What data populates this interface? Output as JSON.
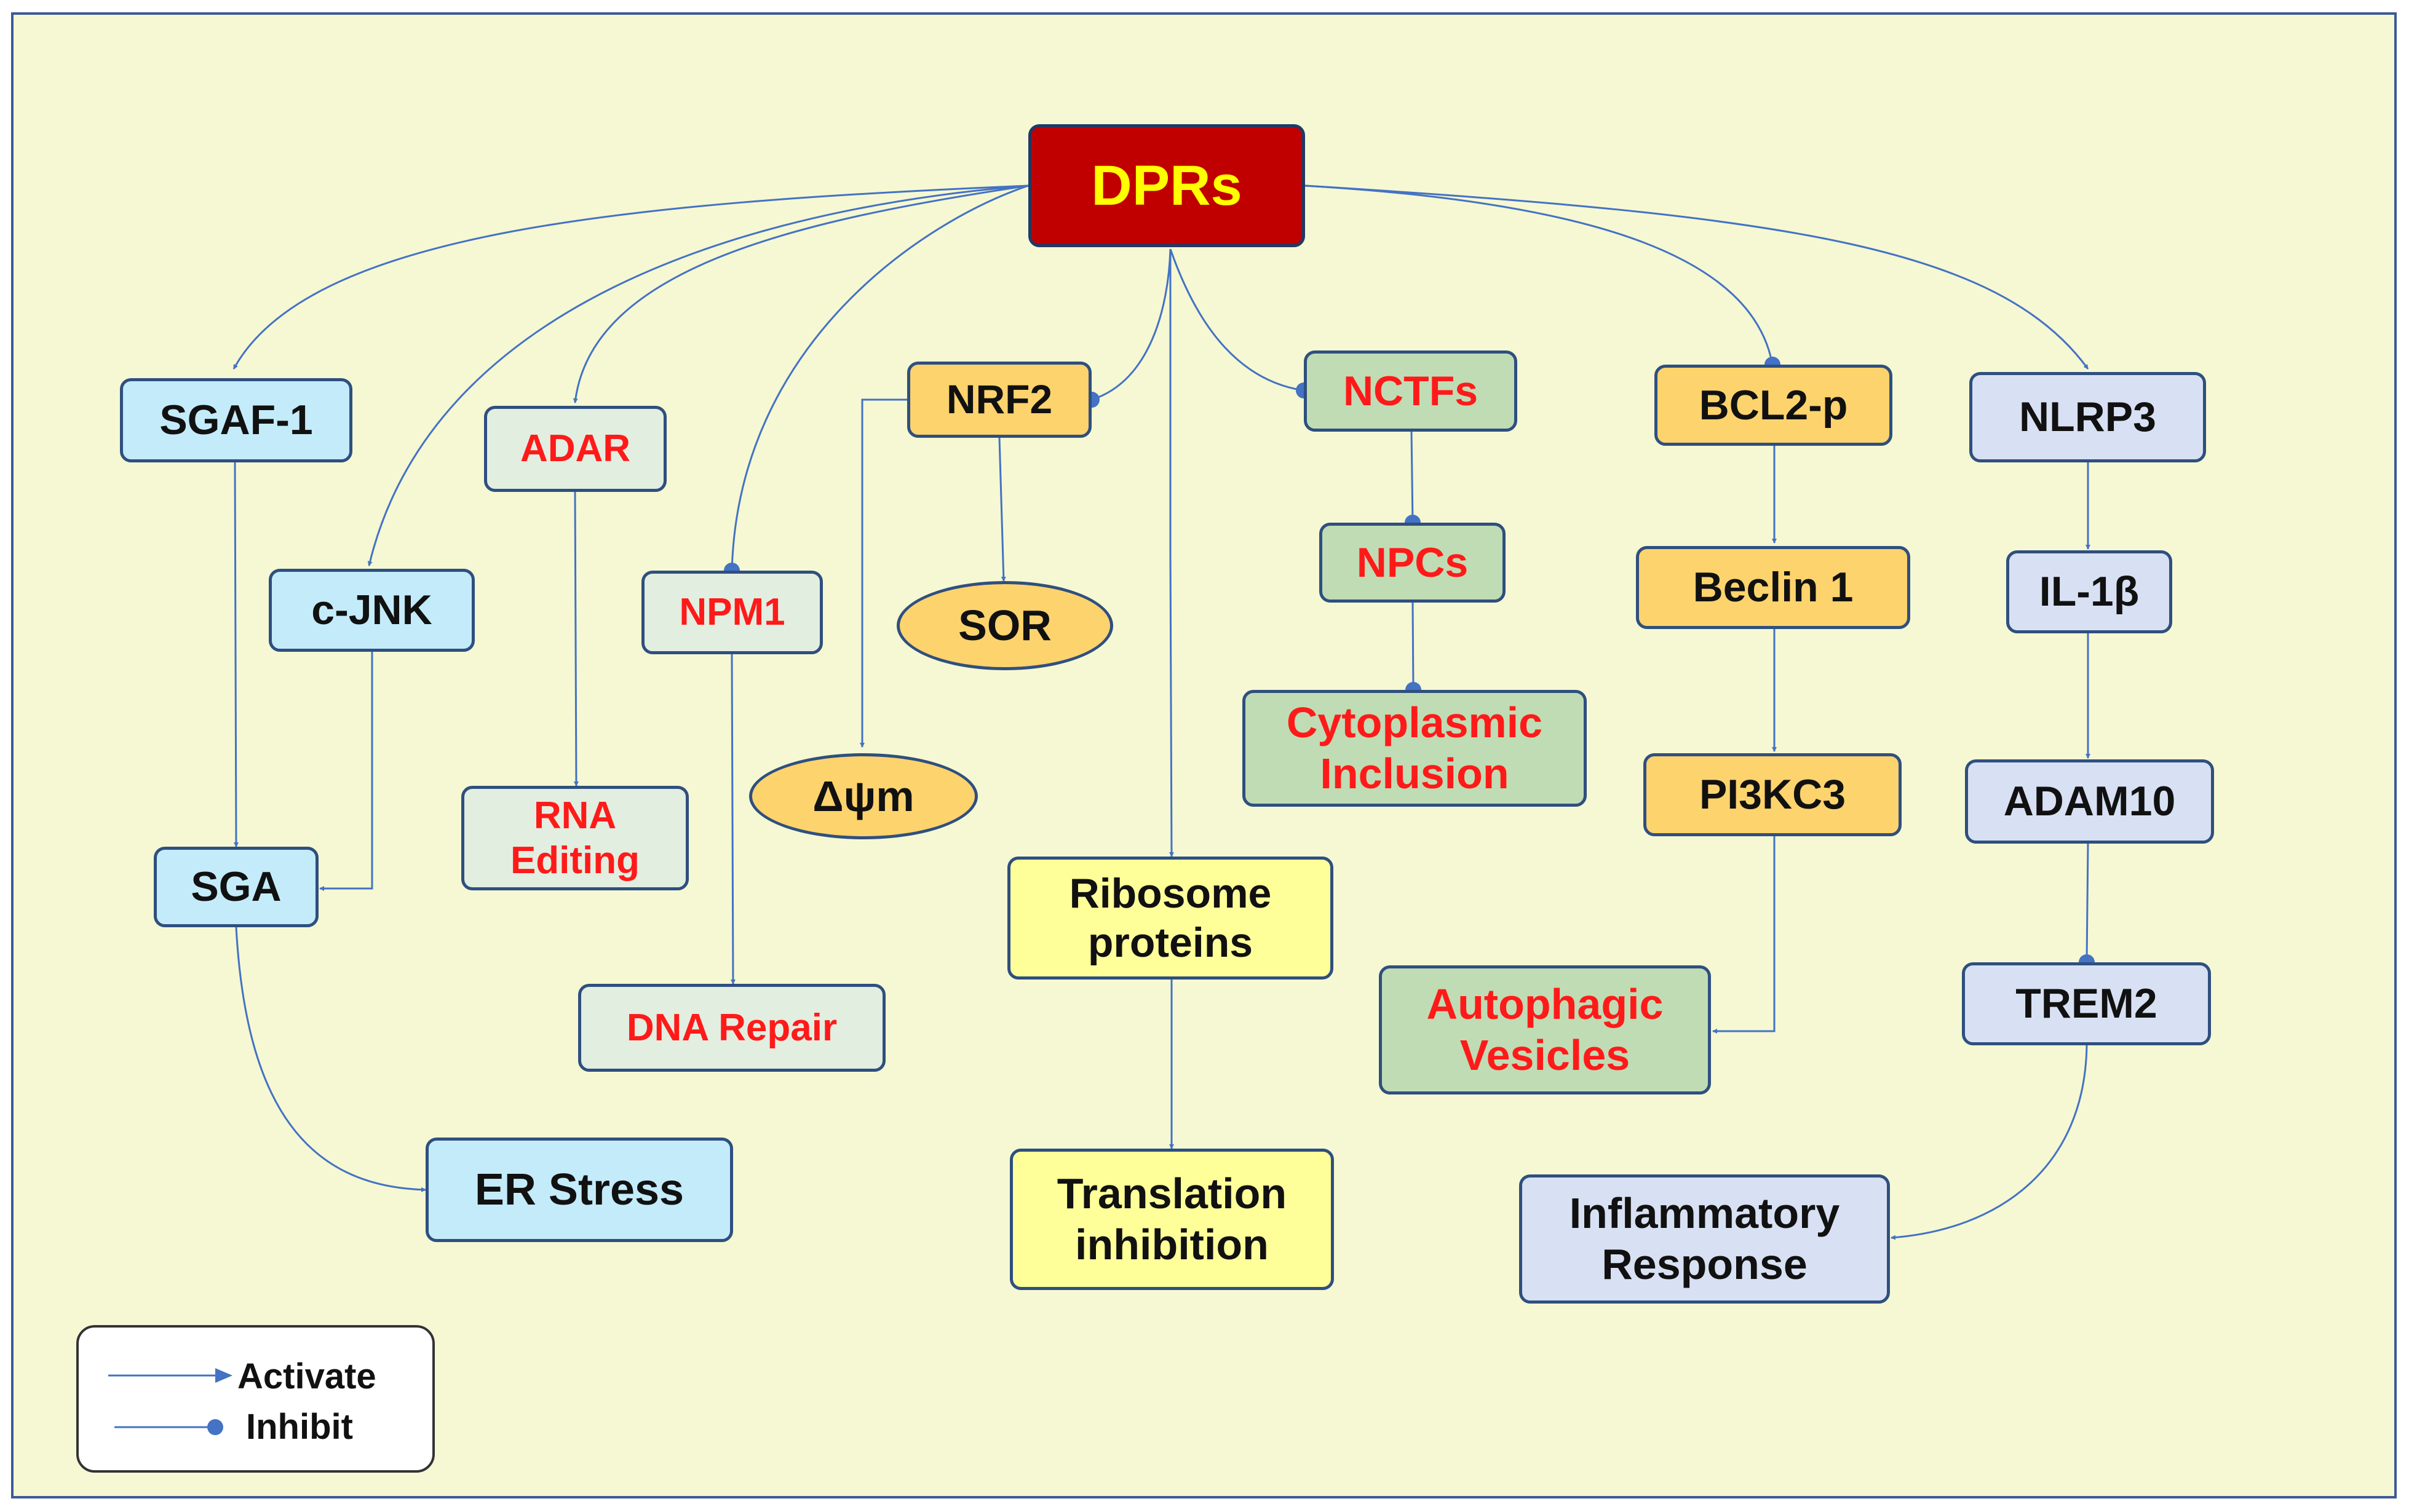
{
  "diagram": {
    "colors": {
      "edge": "#4472c4",
      "node_border": "#2f4f7f",
      "background": "#f5f8d2"
    },
    "nodes": {
      "dprs": "DPRs",
      "sgaf1": "SGAF-1",
      "cjnk": "c-JNK",
      "sga": "SGA",
      "er_stress": "ER Stress",
      "adar": "ADAR",
      "rna_editing": "RNA\nEditing",
      "npm1": "NPM1",
      "dna_repair": "DNA Repair",
      "nrf2": "NRF2",
      "sor": "SOR",
      "dpsim": "Δψm",
      "ribosome": "Ribosome\nproteins",
      "translation": "Translation\ninhibition",
      "nctfs": "NCTFs",
      "npcs": "NPCs",
      "cyto": "Cytoplasmic\nInclusion",
      "bcl2p": "BCL2-p",
      "beclin": "Beclin 1",
      "pi3kc3": "PI3KC3",
      "autophagic": "Autophagic\nVesicles",
      "nlrp3": "NLRP3",
      "il1b": "IL-1β",
      "adam10": "ADAM10",
      "trem2": "TREM2",
      "inflammatory": "Inflammatory\nResponse"
    },
    "edges": [
      {
        "from": "DPRs",
        "to": "SGAF-1",
        "type": "activate"
      },
      {
        "from": "DPRs",
        "to": "c-JNK",
        "type": "activate"
      },
      {
        "from": "DPRs",
        "to": "ADAR",
        "type": "activate"
      },
      {
        "from": "DPRs",
        "to": "NPM1",
        "type": "inhibit"
      },
      {
        "from": "DPRs",
        "to": "NRF2",
        "type": "inhibit"
      },
      {
        "from": "DPRs",
        "to": "Ribosome proteins",
        "type": "activate"
      },
      {
        "from": "DPRs",
        "to": "NCTFs",
        "type": "inhibit"
      },
      {
        "from": "DPRs",
        "to": "BCL2-p",
        "type": "inhibit"
      },
      {
        "from": "DPRs",
        "to": "NLRP3",
        "type": "activate"
      },
      {
        "from": "SGAF-1",
        "to": "SGA",
        "type": "activate"
      },
      {
        "from": "c-JNK",
        "to": "SGA",
        "type": "activate"
      },
      {
        "from": "SGA",
        "to": "ER Stress",
        "type": "activate"
      },
      {
        "from": "ADAR",
        "to": "RNA Editing",
        "type": "activate"
      },
      {
        "from": "NPM1",
        "to": "DNA Repair",
        "type": "activate"
      },
      {
        "from": "NRF2",
        "to": "SOR",
        "type": "activate"
      },
      {
        "from": "NRF2",
        "to": "Δψm",
        "type": "activate"
      },
      {
        "from": "Ribosome proteins",
        "to": "Translation inhibition",
        "type": "activate"
      },
      {
        "from": "NCTFs",
        "to": "NPCs",
        "type": "inhibit"
      },
      {
        "from": "NPCs",
        "to": "Cytoplasmic Inclusion",
        "type": "inhibit"
      },
      {
        "from": "BCL2-p",
        "to": "Beclin 1",
        "type": "activate"
      },
      {
        "from": "Beclin 1",
        "to": "PI3KC3",
        "type": "activate"
      },
      {
        "from": "PI3KC3",
        "to": "Autophagic Vesicles",
        "type": "activate"
      },
      {
        "from": "NLRP3",
        "to": "IL-1β",
        "type": "activate"
      },
      {
        "from": "IL-1β",
        "to": "ADAM10",
        "type": "activate"
      },
      {
        "from": "ADAM10",
        "to": "TREM2",
        "type": "inhibit"
      },
      {
        "from": "TREM2",
        "to": "Inflammatory Response",
        "type": "activate"
      }
    ]
  },
  "legend": {
    "activate": "Activate",
    "inhibit": "Inhibit"
  }
}
